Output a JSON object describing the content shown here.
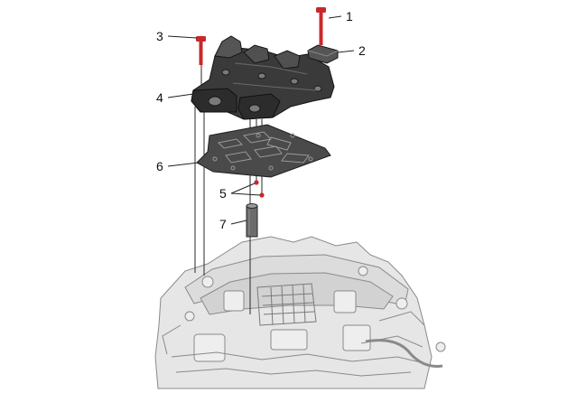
{
  "callouts": {
    "c1": "1",
    "c2": "2",
    "c3": "3",
    "c4": "4",
    "c5": "5",
    "c6": "6",
    "c7": "7"
  },
  "colors": {
    "fastener": "#c8282a",
    "part_dark": "#3a3a3a",
    "part_mid": "#6b6b6b",
    "housing_fill": "#e6e6e6",
    "housing_line": "#8a8a8a",
    "background": "#ffffff"
  },
  "parts": [
    {
      "number": "1",
      "icon": "bolt-icon"
    },
    {
      "number": "2",
      "icon": "bracket-icon"
    },
    {
      "number": "3",
      "icon": "bolt-icon"
    },
    {
      "number": "4",
      "icon": "valve-body-icon"
    },
    {
      "number": "5",
      "icon": "check-ball-icon"
    },
    {
      "number": "6",
      "icon": "gasket-plate-icon"
    },
    {
      "number": "7",
      "icon": "sleeve-icon"
    }
  ]
}
